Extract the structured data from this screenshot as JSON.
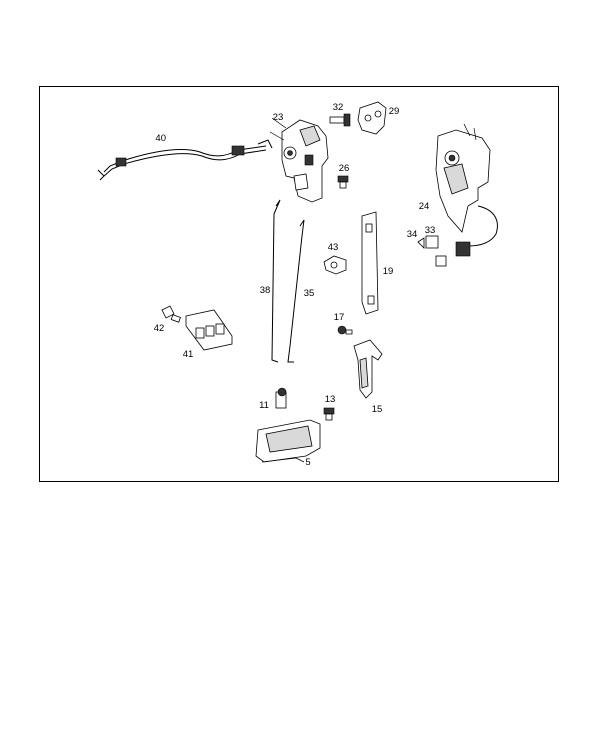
{
  "diagram": {
    "labels": {
      "p40": "40",
      "p23": "23",
      "p32": "32",
      "p29": "29",
      "p26": "26",
      "p24": "24",
      "p34": "34",
      "p33": "33",
      "p43": "43",
      "p19": "19",
      "p38": "38",
      "p35": "35",
      "p17": "17",
      "p42": "42",
      "p41": "41",
      "p11": "11",
      "p13": "13",
      "p15": "15",
      "p5": "5"
    }
  }
}
